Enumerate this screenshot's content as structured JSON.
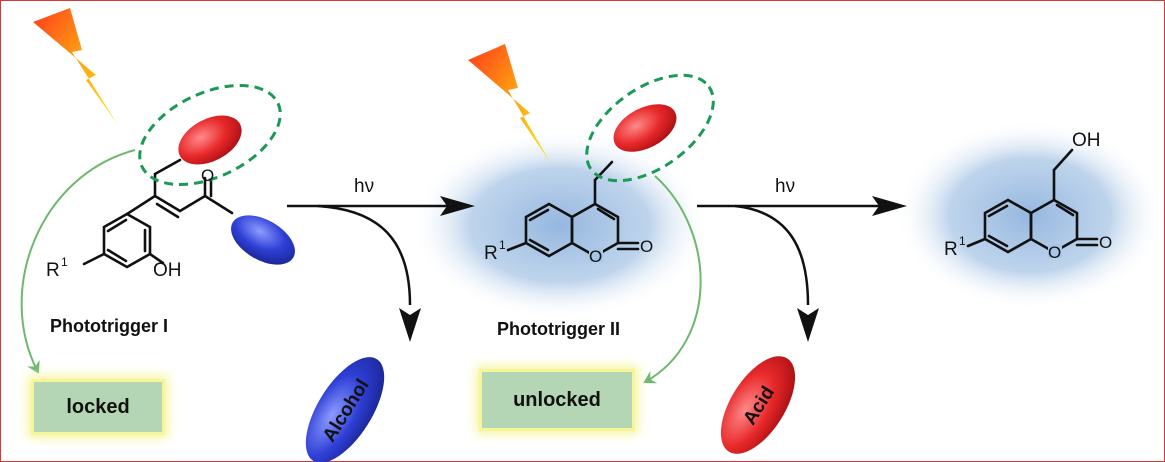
{
  "labels": {
    "phototrigger_1": "Phototrigger I",
    "phototrigger_2": "Phototrigger II",
    "hv_1": "hν",
    "hv_2": "hν",
    "locked": "locked",
    "unlocked": "unlocked",
    "alcohol": "Alcohol",
    "acid": "Acid"
  },
  "atoms": {
    "r1_a": "R",
    "r1_a_sup": "1",
    "oh_a": "OH",
    "o_a": "O",
    "r1_b": "R",
    "r1_b_sup": "1",
    "o_ring_b": "O",
    "o_carbonyl_b": "O",
    "r1_c": "R",
    "r1_c_sup": "1",
    "o_ring_c": "O",
    "o_carbonyl_c": "O",
    "oh_c": "OH"
  },
  "colors": {
    "red_group": "#e8282a",
    "blue_group": "#2e3fd6",
    "state_box": "#b5d6b5",
    "glow": "#f6f59a",
    "blue_halo": "#8fb3dd",
    "green_arrow": "#6db86d",
    "green_dash": "#1a9a55"
  }
}
